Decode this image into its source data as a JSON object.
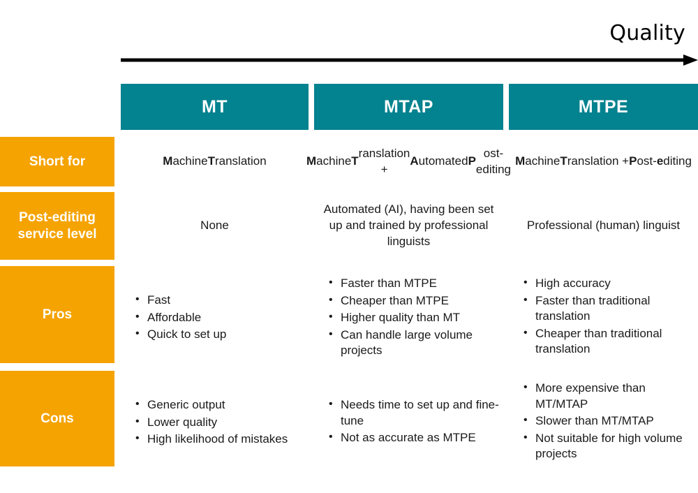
{
  "axis": {
    "label": "Quality",
    "arrow_icon": "right-arrow-icon"
  },
  "colors": {
    "header_teal": "#03828F",
    "row_label_orange": "#F5A300",
    "text": "#1a1a1a",
    "background": "#ffffff"
  },
  "columns": [
    {
      "key": "mt",
      "header": "MT"
    },
    {
      "key": "mtap",
      "header": "MTAP"
    },
    {
      "key": "mtpe",
      "header": "MTPE"
    }
  ],
  "rows": [
    {
      "key": "short_for",
      "label": "Short for"
    },
    {
      "key": "service",
      "label": "Post-editing service level"
    },
    {
      "key": "pros",
      "label": "Pros"
    },
    {
      "key": "cons",
      "label": "Cons"
    }
  ],
  "cells": {
    "short_for": {
      "mt_html": "<b>M</b>achine <b>T</b>ranslation",
      "mtap_html": "<b>M</b>achine <b>T</b>ranslation +<br><b>A</b>utomated <b>P</b>ost-editing",
      "mtpe_html": "<b>M</b>achine <b>T</b>ranslation +<br><b>P</b>ost-<b>e</b>diting",
      "mt_text": "Machine Translation",
      "mtap_text": "Machine Translation + Automated Post-editing",
      "mtpe_text": "Machine Translation + Post-editing"
    },
    "service": {
      "mt": "None",
      "mtap": "Automated (AI), having been set up and trained by professional linguists",
      "mtpe": "Professional (human) linguist"
    },
    "pros": {
      "mt": [
        "Fast",
        "Affordable",
        "Quick to set up"
      ],
      "mtap": [
        "Faster than MTPE",
        "Cheaper than MTPE",
        "Higher quality than MT",
        "Can handle large volume projects"
      ],
      "mtpe": [
        "High accuracy",
        "Faster than traditional translation",
        "Cheaper than traditional translation"
      ]
    },
    "cons": {
      "mt": [
        "Generic output",
        "Lower quality",
        "High likelihood of mistakes"
      ],
      "mtap": [
        "Needs time to set up and fine-tune",
        "Not as accurate as MTPE"
      ],
      "mtpe": [
        "More expensive than MT/MTAP",
        "Slower than MT/MTAP",
        "Not suitable for high volume projects"
      ]
    }
  }
}
